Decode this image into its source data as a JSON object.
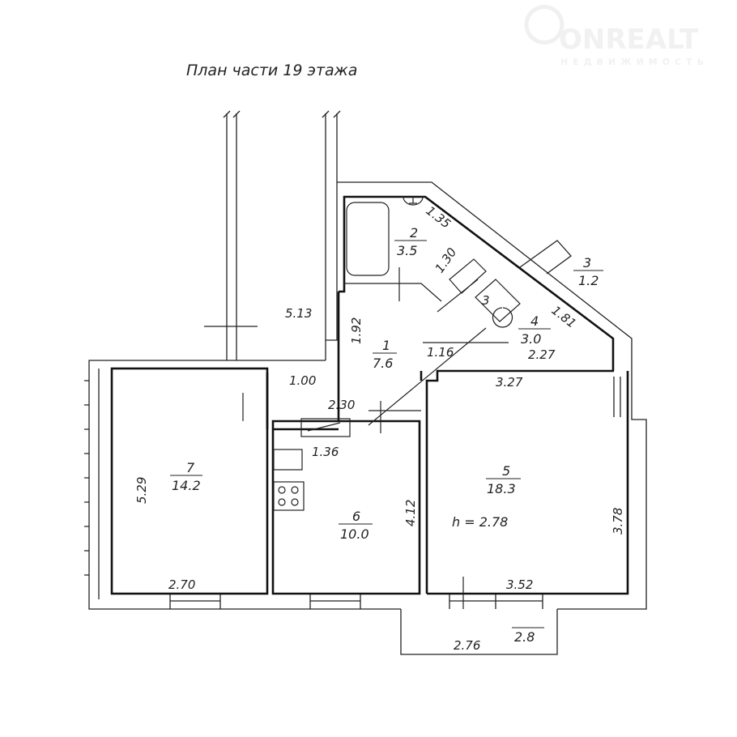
{
  "title": "План части 19 этажа",
  "watermark": {
    "brand": "ONREALT",
    "tagline": "НЕДВИЖИМОСТЬ"
  },
  "rooms": [
    {
      "num": "1",
      "area": "7.6"
    },
    {
      "num": "2",
      "area": "3.5"
    },
    {
      "num": "3",
      "area": "1.2"
    },
    {
      "num": "4",
      "area": "3.0"
    },
    {
      "num": "5",
      "area": "18.3"
    },
    {
      "num": "6",
      "area": "10.0"
    },
    {
      "num": "7",
      "area": "14.2"
    }
  ],
  "balcony_area": "2.8",
  "ceiling_height": "h = 2.78",
  "dimensions": {
    "d135": "1.35",
    "d130": "1.30",
    "d3": "3",
    "d181": "1.81",
    "d513": "5.13",
    "d192": "1.92",
    "d116": "1.16",
    "d227": "2.27",
    "d100": "1.00",
    "d327": "3.27",
    "d230": "2.30",
    "d136": "1.36",
    "d529": "5.29",
    "d412": "4.12",
    "d378": "3.78",
    "d270": "2.70",
    "d352": "3.52",
    "d276": "2.76"
  }
}
